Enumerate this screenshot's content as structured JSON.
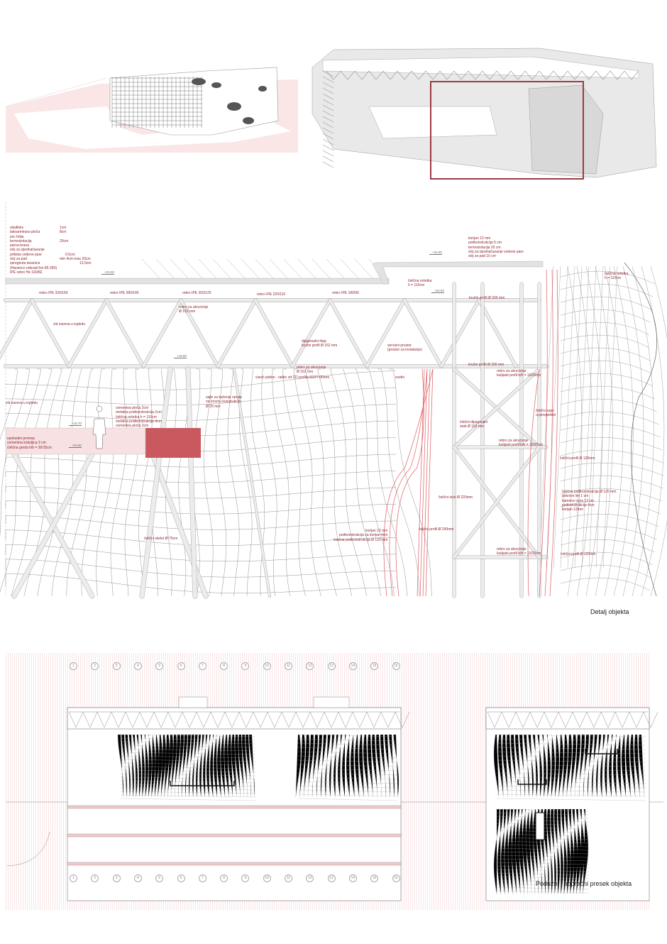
{
  "detail": {
    "roof_layers": [
      {
        "name": "sikafleks",
        "value": "1cm"
      },
      {
        "name": "lakoarmirana ploča",
        "value": "8cm"
      },
      {
        "name": "pvc folija",
        "value": ""
      },
      {
        "name": "termoizolacija",
        "value": "20cm"
      },
      {
        "name": "parna brana",
        "value": ""
      },
      {
        "name": "sloj za izjednačavanje",
        "value": ""
      },
      {
        "name": "pritiska vodene pare",
        "value": "0.5cm"
      },
      {
        "name": "sloj za pad",
        "value": "min 4cm-max 20cm"
      },
      {
        "name": "spregnuta tavanica",
        "value": "13,5cm"
      },
      {
        "name": "(Haoierco rebrasti lim 85-280)",
        "value": ""
      },
      {
        "name": "IPE rebro He 160/82",
        "value": ""
      }
    ],
    "levels": [
      "+24.00",
      "+23.00",
      "+22.92",
      "+19.60",
      "+16.70",
      "+15.60"
    ],
    "labels": [
      "korijan 12 mm\npodkonstrukcija 5 cm\ntermoizolacija 25 cm\nsloj za izjednačavanje vodene pare\nsloj za pad 10 cm",
      "čelična rešetka\nh = 110cm",
      "čelična rešetka\nh = 110cm",
      "rebro IPE 320/160",
      "rebro IPE 280/140",
      "rebro IPE 250/125",
      "rebro IPE 220/110",
      "rebro IPE 180/90",
      "kružni profil Ø 200 mm",
      "rebro za ukrućenje\nØ 152 mm",
      "zid zavesa u izgledu",
      "dijagonalni štap\nkružni profil Ø 152 mm",
      "servisni prostor\n(prostor za instalacije)",
      "rebro za ukrućenje\nØ 152 mm",
      "viseći plafon - rabitz od CD profila 60/27-06mm",
      "svetlo",
      "kružni profil Ø 200 mm",
      "rebro za ukrućenje\nkutijasti profil b/h = 10/20cm",
      "zid zavesa u izgledu",
      "cementna ploča 2cm\nmetalna podkonstrukcija 2cm\nčelična rešetka h = 110cm\nmetalna podkonstrukcija 4cm\ncementna ploča 2cm",
      "sajle za kačenje rampe\nna krovnu konstrukciju\nØ 20 mm",
      "čelični sajni\nu perspektivi",
      "čelični dijagonalni\nstub Ø 152 mm",
      "rebro za ukrućenje\nkutijasti profil b/h = 10/20cm",
      "epoksidni premaz\ncementna košuljica 3 cm\nčelična greda h/b = 30/15cm",
      "čelični profil Ø 120mm",
      "čelična podkonstrukcija Ø 120 mm\npokrivni lim 1 cm\nkamena vuna 12 cm\npodkonstrukcija 4cm\nkorijan 12mm",
      "čelični stub Ø 220mm",
      "korijan 12 mm\npodkonstrukcija za korijan 4cm\nčelična podkonstrukcija Ø 120 mm",
      "čelični profil Ø 200mm",
      "čelični skelet Ø 70cm",
      "rebro za ukrućenje\nkutijasti profil b/h = 10/20cm",
      "čelični profil Ø 120mm"
    ],
    "caption": "Detalj objekta"
  },
  "sections": {
    "axes": [
      "1",
      "2",
      "3",
      "4",
      "5",
      "6",
      "7",
      "8",
      "9",
      "10",
      "11",
      "12",
      "13",
      "14",
      "15",
      "16"
    ],
    "caption": "Podužni i poprečni presek objekta"
  },
  "colors": {
    "accent": "#8e2530",
    "highlight": "#c9595e",
    "pink": "#f7e1e2",
    "line": "#9a9a9a"
  }
}
